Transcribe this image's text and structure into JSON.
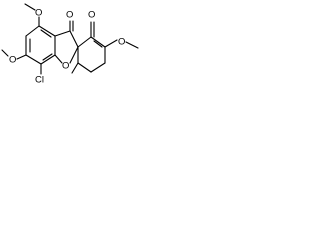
{
  "molecule": {
    "atoms": {
      "methoxy_top_left": "O",
      "methyl_top_left": "",
      "methoxy_left": "O",
      "methyl_left": "",
      "chlorine": "Cl",
      "furan_oxygen": "O",
      "ketone_top_left": "O",
      "ketone_top_right": "O",
      "methoxy_right": "O",
      "methyl_right": "",
      "methyl_branch": ""
    }
  }
}
